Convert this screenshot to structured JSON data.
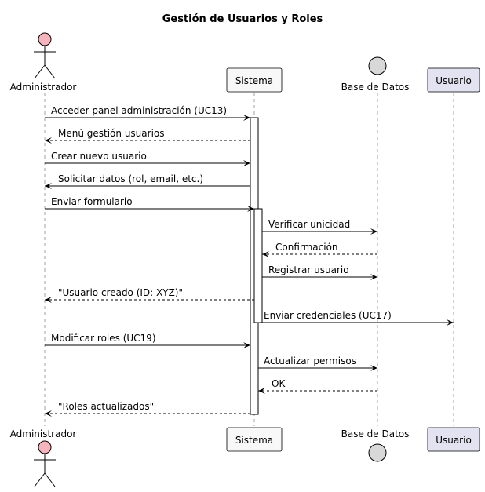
{
  "diagram": {
    "title": "Gestión de Usuarios y Roles",
    "participants": [
      {
        "id": "admin",
        "label": "Administrador",
        "kind": "actor"
      },
      {
        "id": "sistema",
        "label": "Sistema",
        "kind": "participant"
      },
      {
        "id": "db",
        "label": "Base de Datos",
        "kind": "database"
      },
      {
        "id": "usuario",
        "label": "Usuario",
        "kind": "participant-accent"
      }
    ],
    "colors": {
      "actor_fill": "#f8b3bd",
      "db_fill": "#d8d8d8",
      "participant_fill": "#f8f8f8",
      "accent_fill": "#e2e2f0",
      "lifeline": "#a0a0a0"
    },
    "messages": [
      {
        "from": "admin",
        "to": "sistema",
        "text": "Acceder panel administración (UC13)",
        "style": "solid"
      },
      {
        "from": "sistema",
        "to": "admin",
        "text": "Menú gestión usuarios",
        "style": "dashed"
      },
      {
        "from": "admin",
        "to": "sistema",
        "text": "Crear nuevo usuario",
        "style": "solid"
      },
      {
        "from": "sistema",
        "to": "admin",
        "text": "Solicitar datos (rol, email, etc.)",
        "style": "solid"
      },
      {
        "from": "admin",
        "to": "sistema",
        "text": "Enviar formulario",
        "style": "solid"
      },
      {
        "from": "sistema",
        "to": "db",
        "text": "Verificar unicidad",
        "style": "solid"
      },
      {
        "from": "db",
        "to": "sistema",
        "text": "Confirmación",
        "style": "dashed"
      },
      {
        "from": "sistema",
        "to": "db",
        "text": "Registrar usuario",
        "style": "solid"
      },
      {
        "from": "sistema",
        "to": "admin",
        "text": "\"Usuario creado (ID: XYZ)\"",
        "style": "dashed"
      },
      {
        "from": "sistema",
        "to": "usuario",
        "text": "Enviar credenciales (UC17)",
        "style": "solid"
      },
      {
        "from": "admin",
        "to": "sistema",
        "text": "Modificar roles (UC19)",
        "style": "solid"
      },
      {
        "from": "sistema",
        "to": "db",
        "text": "Actualizar permisos",
        "style": "solid"
      },
      {
        "from": "db",
        "to": "sistema",
        "text": "OK",
        "style": "dashed"
      },
      {
        "from": "sistema",
        "to": "admin",
        "text": "\"Roles actualizados\"",
        "style": "dashed"
      }
    ]
  }
}
